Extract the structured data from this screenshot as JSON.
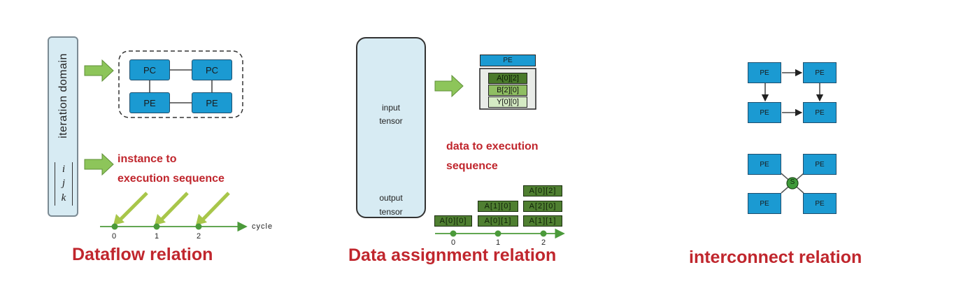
{
  "dataflow": {
    "domain_label": "iteration domain",
    "indices": [
      "i",
      "j",
      "k"
    ],
    "pe_labels": [
      "PC",
      "PC",
      "PE",
      "PE"
    ],
    "instance_text_line1": "instance to",
    "instance_text_line2": "execution sequence",
    "timeline_label": "cycle",
    "ticks": [
      "0",
      "1",
      "2"
    ],
    "title": "Dataflow relation"
  },
  "data_assignment": {
    "input_label_line1": "input",
    "input_label_line2": "tensor",
    "output_label_line1": "output",
    "output_label_line2": "tensor",
    "pe_label": "PE",
    "pe_cells": [
      "A[0][2]",
      "B[2][0]",
      "Y[0][0]"
    ],
    "seq_text_line1": "data to execution",
    "seq_text_line2": "sequence",
    "stack_0": [
      "A[0][0]"
    ],
    "stack_1": [
      "A[1][0]",
      "A[0][1]"
    ],
    "stack_2": [
      "A[0][2]",
      "A[2][0]",
      "A[1][1]"
    ],
    "ticks": [
      "0",
      "1",
      "2"
    ],
    "title": "Data assignment relation"
  },
  "interconnect": {
    "mesh_pes": [
      "PE",
      "PE",
      "PE",
      "PE"
    ],
    "switch_pes": [
      "PE",
      "PE",
      "PE",
      "PE"
    ],
    "switch_label": "S",
    "title": "interconnect relation"
  },
  "colors": {
    "pe_blue": "#1b9ad2",
    "title_red": "#c0262d",
    "arrow_green": "#8dc55a",
    "cell_green_dark": "#4a7a2b",
    "timeline_green": "#4b9a3a"
  }
}
